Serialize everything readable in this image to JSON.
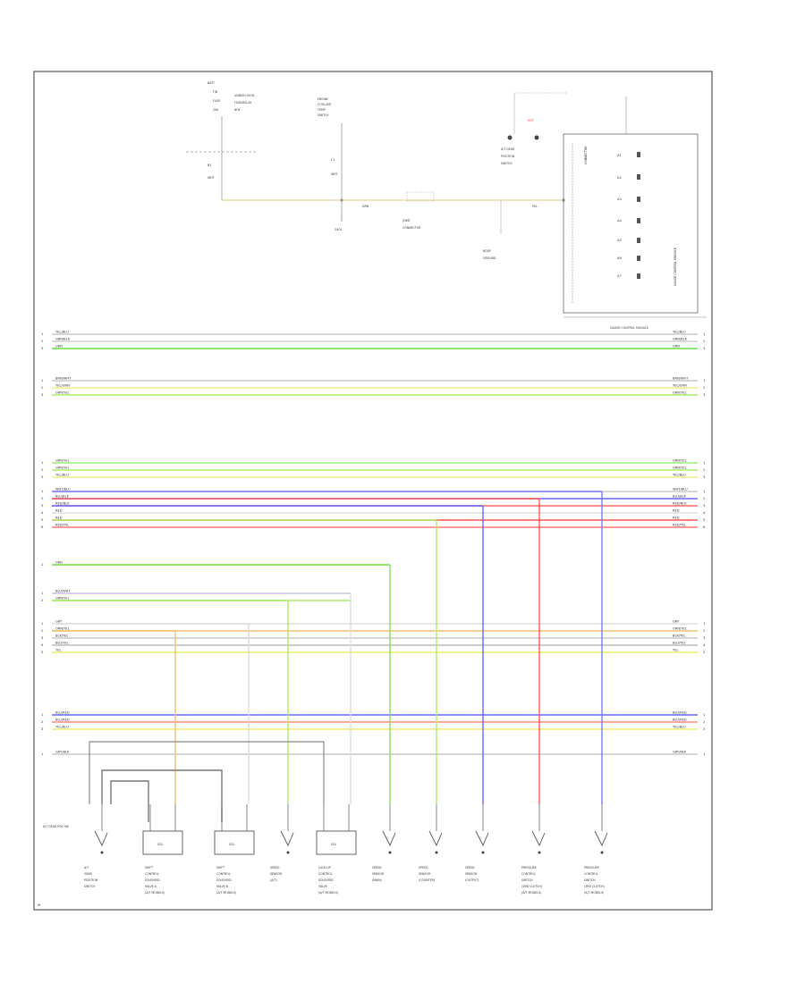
{
  "diagram": {
    "type": "wiring",
    "page_marker": "W",
    "top_section": {
      "fuse_label": [
        "BATT",
        "F/B",
        "FUSE",
        "20A"
      ],
      "relay_box_label": [
        "UNDER-HOOD",
        "FUSE/RELAY",
        "BOX"
      ],
      "switch_labels": [
        "ENGINE",
        "COOLANT",
        "TEMP",
        "SWITCH"
      ],
      "connector_label": [
        "JOINT",
        "CONNECTOR"
      ],
      "ground_label": "G401",
      "junction_label": [
        "BODY",
        "GROUND"
      ],
      "module_label": [
        "A/T GEAR",
        "POSITION",
        "SWITCH"
      ],
      "pcm_caption": "GAUGE CONTROL MODULE",
      "pcm_pins": [
        "A1",
        "A2",
        "A3",
        "A4",
        "A5",
        "A6",
        "A7"
      ],
      "warn_tag": "HOT"
    },
    "wire_bundles": [
      {
        "labels": [
          "YEL/BLU",
          "GRN/BLK",
          "GRN"
        ],
        "colors": [
          "#c8c8c8",
          "#cfcfcf",
          "#66dd44"
        ]
      },
      {
        "labels": [
          "BRN/WHT",
          "YEL/GRN",
          "GRN/YEL"
        ],
        "colors": [
          "#c8c8c8",
          "#eeee88",
          "#aaee66"
        ]
      },
      {
        "labels": [
          "GRN/YEL",
          "GRN/YEL",
          "YEL/BLU"
        ],
        "colors": [
          "#99ee77",
          "#aaee66",
          "#eeee88"
        ]
      },
      {
        "labels": [
          "WHT/BLU",
          "BLU/BLK",
          "RED/BLK",
          "RED",
          "RED",
          "RED/YEL"
        ],
        "colors": [
          "#c8c8c8",
          "#6666ff",
          "#ff6666",
          "#dddddd",
          "#ff5555",
          "#ff7777"
        ]
      },
      {
        "labels": [
          "GRN"
        ],
        "colors": [
          "#88dd55"
        ]
      },
      {
        "labels": [
          "BLU/WHT",
          "GRN/YEL"
        ],
        "colors": [
          "#7777ff",
          "#aaee66"
        ]
      },
      {
        "labels": [
          "GRY",
          "ORN/YEL",
          "BLK/YEL",
          "BLU/YEL",
          "YEL"
        ],
        "colors": [
          "#dddddd",
          "#f0c070",
          "#c8c8c8",
          "#bbbbbb",
          "#eeee66"
        ]
      },
      {
        "labels": [
          "BLU/RED",
          "BLU/RED",
          "YEL/BLU"
        ],
        "colors": [
          "#6666ff",
          "#ff8888",
          "#eeee77"
        ]
      },
      {
        "labels": [
          "GRY/BLK"
        ],
        "colors": [
          "#c8c8c8"
        ]
      }
    ],
    "bottom_components": [
      {
        "caption": [
          "A/T",
          "GEAR",
          "POSITION",
          "SWITCH"
        ],
        "box_label": ""
      },
      {
        "caption": [
          "SHIFT",
          "CONTROL",
          "SOLENOID",
          "VALVE A",
          "(A/T MODELS)"
        ],
        "box_label": "SOL"
      },
      {
        "caption": [
          "SHIFT",
          "CONTROL",
          "SOLENOID",
          "VALVE B",
          "(A/T MODELS)"
        ],
        "box_label": "SOL"
      },
      {
        "caption": [
          "SPEED",
          "SENSOR",
          "(A/T)"
        ],
        "box_label": ""
      },
      {
        "caption": [
          "LOCK-UP",
          "CONTROL",
          "SOLENOID",
          "VALVE",
          "(A/T MODELS)"
        ],
        "box_label": "SOL"
      },
      {
        "caption": [
          "SPEED",
          "SENSOR",
          "(MAIN)"
        ],
        "box_label": ""
      },
      {
        "caption": [
          "SPEED",
          "SENSOR",
          "(COUNTER)"
        ],
        "box_label": ""
      },
      {
        "caption": [
          "SPEED",
          "SENSOR",
          "(OUTPUT)"
        ],
        "box_label": ""
      },
      {
        "caption": [
          "PRESSURE",
          "CONTROL",
          "SWITCH",
          "(2ND CLUTCH)",
          "(A/T MODELS)"
        ],
        "box_label": ""
      },
      {
        "caption": [
          "PRESSURE",
          "CONTROL",
          "SWITCH",
          "(3RD CLUTCH)",
          "(A/T MODELS)"
        ],
        "box_label": ""
      }
    ],
    "left_callout": "A/T GEAR POS SW"
  }
}
